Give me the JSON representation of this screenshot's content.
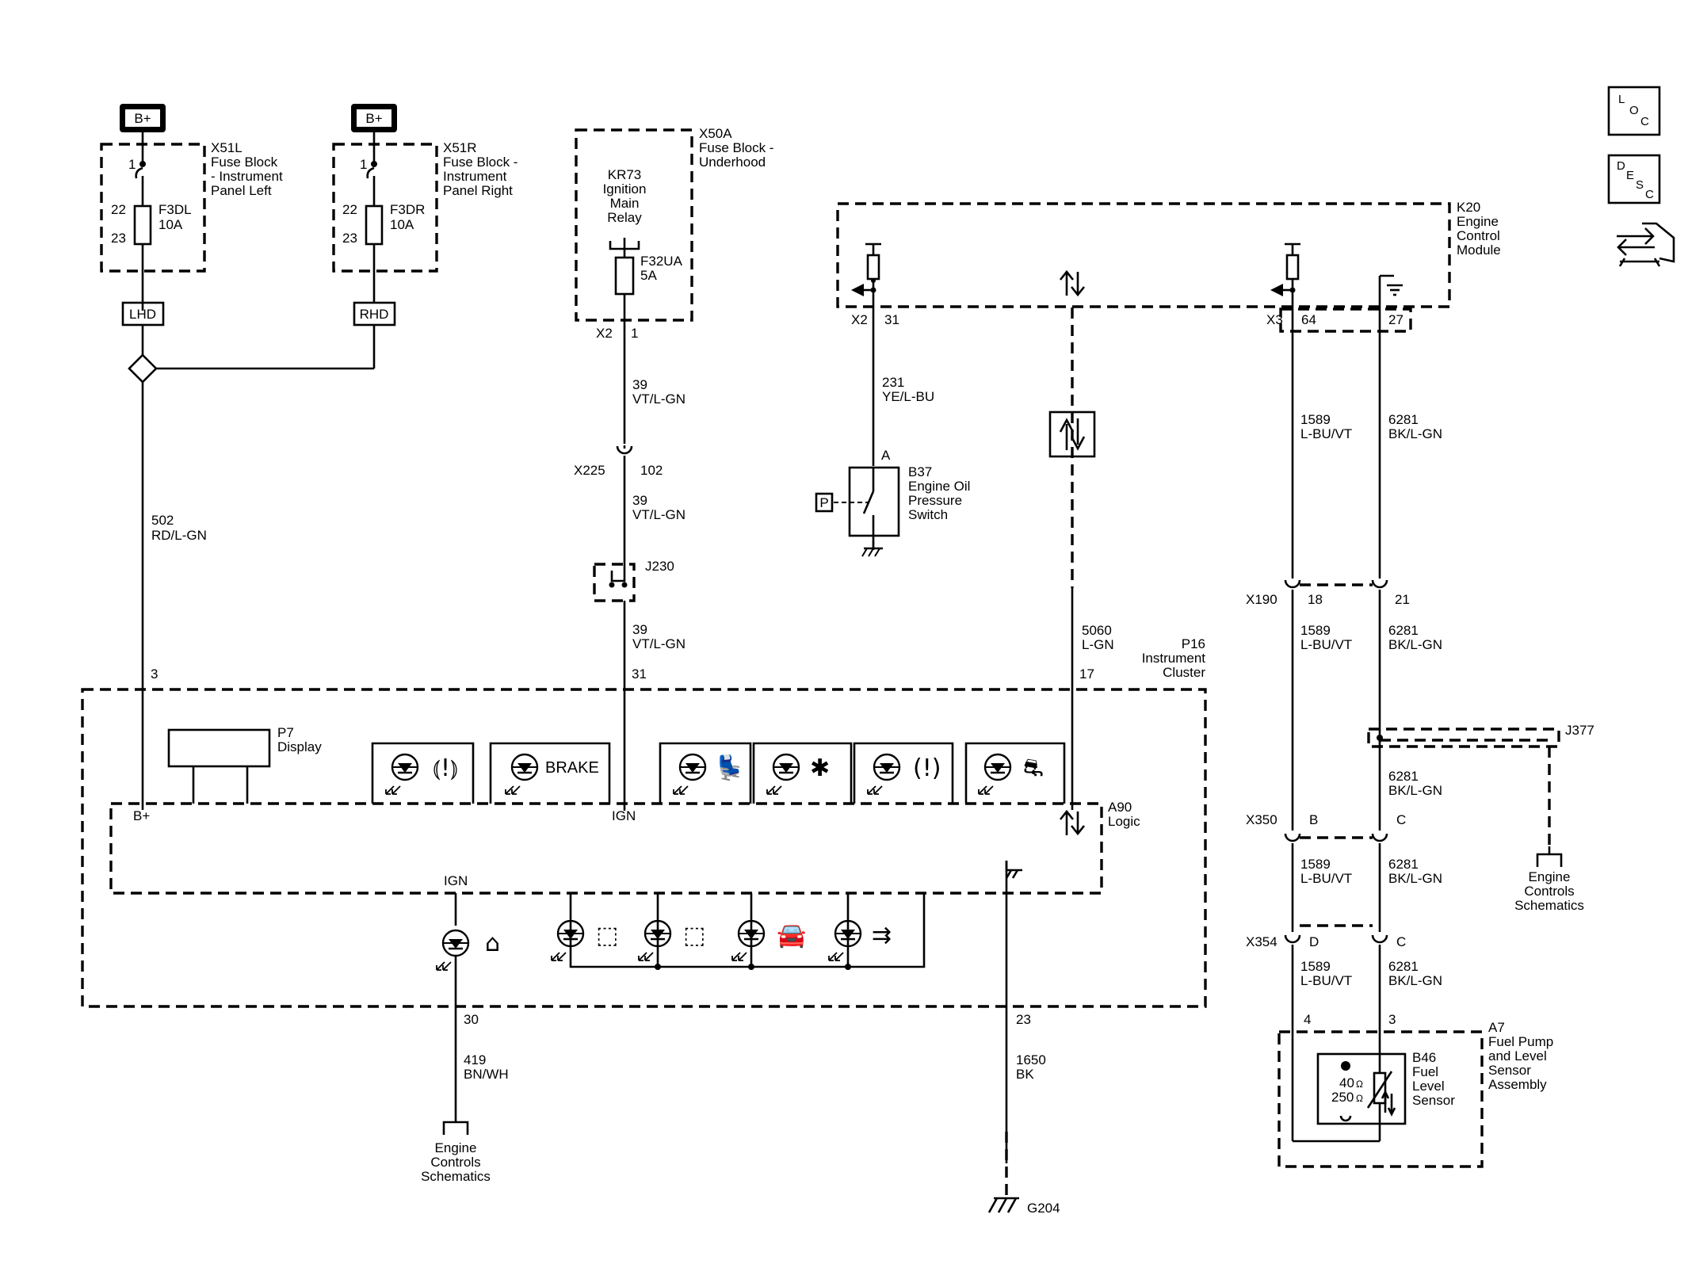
{
  "power": {
    "b_plus_left": "B+",
    "b_plus_right": "B+"
  },
  "x51l": {
    "name": "X51L",
    "desc": [
      "Fuse Block",
      "- Instrument",
      "Panel Left"
    ],
    "pin_top": "1",
    "pin_in": "22",
    "pin_out": "23",
    "fuse": "F3DL",
    "amps": "10A"
  },
  "x51r": {
    "name": "X51R",
    "desc": [
      "Fuse Block -",
      "Instrument",
      "Panel Right"
    ],
    "pin_top": "1",
    "pin_in": "22",
    "pin_out": "23",
    "fuse": "F3DR",
    "amps": "10A"
  },
  "options": {
    "lhd": "LHD",
    "rhd": "RHD"
  },
  "x50a": {
    "name": "X50A",
    "desc": [
      "Fuse Block -",
      "Underhood"
    ],
    "relay": [
      "KR73",
      "Ignition",
      "Main",
      "Relay"
    ],
    "fuse": "F32UA",
    "amps": "5A",
    "connector": "X2",
    "pin": "1"
  },
  "k20": {
    "name": "K20",
    "desc": [
      "Engine",
      "Control",
      "Module"
    ],
    "x2": "X2",
    "x2_pin": "31",
    "x3": "X3",
    "x3_pin_a": "64",
    "x3_pin_b": "27"
  },
  "wires": {
    "w502": [
      "502",
      "RD/L-GN"
    ],
    "w39a": [
      "39",
      "VT/L-GN"
    ],
    "w39b": [
      "39",
      "VT/L-GN"
    ],
    "w39c": [
      "39",
      "VT/L-GN"
    ],
    "w231": [
      "231",
      "YE/L-BU"
    ],
    "w5060": [
      "5060",
      "L-GN"
    ],
    "w1589a": [
      "1589",
      "L-BU/VT"
    ],
    "w6281a": [
      "6281",
      "BK/L-GN"
    ],
    "w1589b": [
      "1589",
      "L-BU/VT"
    ],
    "w6281b": [
      "6281",
      "BK/L-GN"
    ],
    "w6281c": [
      "6281",
      "BK/L-GN"
    ],
    "w1589c": [
      "1589",
      "L-BU/VT"
    ],
    "w6281d": [
      "6281",
      "BK/L-GN"
    ],
    "w1589d": [
      "1589",
      "L-BU/VT"
    ],
    "w6281e": [
      "6281",
      "BK/L-GN"
    ],
    "w419": [
      "419",
      "BN/WH"
    ],
    "w1650": [
      "1650",
      "BK"
    ]
  },
  "connectors": {
    "x225": "X225",
    "x225_pin": "102",
    "j230": "J230",
    "x190": "X190",
    "x190_a": "18",
    "x190_b": "21",
    "j377": "J377",
    "x350": "X350",
    "x350_a": "B",
    "x350_b": "C",
    "x354": "X354",
    "x354_a": "D",
    "x354_b": "C"
  },
  "b37": {
    "pin": "A",
    "name": "B37",
    "desc": [
      "Engine Oil",
      "Pressure",
      "Switch"
    ],
    "p_label": "P"
  },
  "p16": {
    "name": "P16",
    "desc": [
      "Instrument",
      "Cluster"
    ],
    "pin_bplus": "3",
    "pin_ign": "31",
    "pin_data": "17",
    "pin_out": "30",
    "pin_gnd": "23"
  },
  "p7": {
    "name": "P7",
    "desc": "Display"
  },
  "a90": {
    "name": "A90",
    "desc": "Logic",
    "bplus": "B+",
    "ign": "IGN",
    "ign2": "IGN"
  },
  "brake_text": "BRAKE",
  "engine_controls_left": [
    "Engine",
    "Controls",
    "Schematics"
  ],
  "engine_controls_right": [
    "Engine",
    "Controls",
    "Schematics"
  ],
  "ground": {
    "name": "G204"
  },
  "a7": {
    "name": "A7",
    "desc": [
      "Fuel Pump",
      "and Level",
      "Sensor",
      "Assembly"
    ],
    "pin_4": "4",
    "pin_3": "3"
  },
  "b46": {
    "name": "B46",
    "desc": [
      "Fuel",
      "Level",
      "Sensor"
    ],
    "r_full": "40",
    "r_empty": "250",
    "ohm": "Ω"
  },
  "side_icons": {
    "loc": [
      "L",
      "O",
      "C"
    ],
    "desc": [
      "D",
      "E",
      "S",
      "C"
    ]
  }
}
